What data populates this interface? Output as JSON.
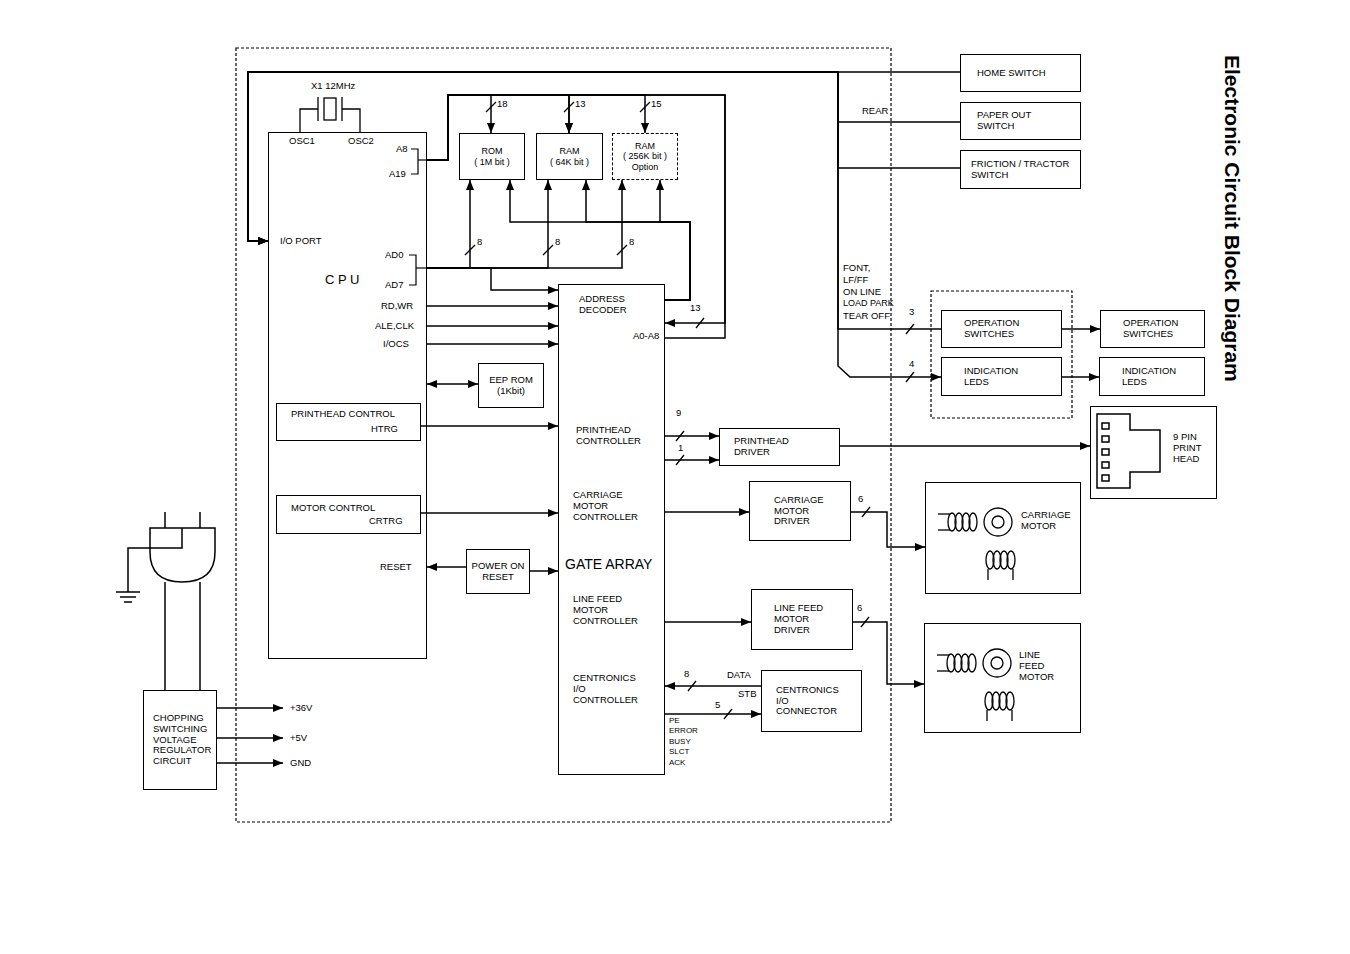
{
  "diagram": {
    "title": "Electronic Circuit Block Diagram",
    "nodes": [
      {
        "text": [
          "C P U"
        ]
      },
      {
        "text": [
          "PRINTHEAD CONTROL",
          "HTRG"
        ],
        "in": 0
      },
      {
        "text": [
          "MOTOR CONTROL",
          "CRTRG"
        ],
        "in": 0
      },
      {
        "text": [
          "ROM",
          "( 1M bit )"
        ]
      },
      {
        "text": [
          "RAM",
          "( 64K bit )"
        ]
      },
      {
        "text": [
          "RAM",
          "( 256K bit )",
          "Option"
        ]
      },
      {
        "text": [
          "EEP ROM",
          "(1Kbit)"
        ]
      },
      {
        "text": [
          "POWER ON RESET"
        ]
      },
      {
        "text": [
          "ADDRESS DECODER",
          "PRINTHEAD CONTROLLER",
          "CARRIAGE MOTOR CONTROLLER",
          "GATE ARRAY",
          "LINE FEED MOTOR CONTROLLER",
          "CENTRONICS I/O CONTROLLER"
        ]
      },
      {
        "text": [
          "PRINTHEAD DRIVER"
        ]
      },
      {
        "text": [
          "CARRIAGE MOTOR DRIVER"
        ]
      },
      {
        "text": [
          "LINE FEED MOTOR DRIVER"
        ]
      },
      {
        "text": [
          "CENTRONICS I/O CONNECTOR"
        ]
      },
      {
        "text": [
          "HOME SWITCH"
        ]
      },
      {
        "text": [
          "PAPER OUT SWITCH"
        ]
      },
      {
        "text": [
          "FRICTION / TRACTOR SWITCH"
        ]
      },
      {
        "text": [
          "OPERATION SWITCHES"
        ]
      },
      {
        "text": [
          "INDICATION LEDS"
        ]
      },
      {
        "text": [
          "OPERATION SWITCHES"
        ]
      },
      {
        "text": [
          "INDICATION LEDS"
        ]
      },
      {
        "text": [
          "9 PIN PRINT HEAD"
        ]
      },
      {
        "text": [
          "CARRIAGE MOTOR"
        ]
      },
      {
        "text": [
          "LINE FEED MOTOR"
        ]
      },
      {
        "text": [
          "CHOPPING SWITCHING VOLTAGE REGULATOR CIRCUIT"
        ]
      }
    ],
    "edges": [
      {
        "from": 0,
        "to": 3,
        "label": "18",
        "arrow": "to"
      },
      {
        "from": 0,
        "to": 4,
        "label": "13",
        "arrow": "to"
      },
      {
        "from": 0,
        "to": 5,
        "label": "15",
        "arrow": "to"
      },
      {
        "from": 0,
        "to": 3,
        "label": "8",
        "arrow": "to"
      },
      {
        "from": 0,
        "to": 4,
        "label": "8",
        "arrow": "to"
      },
      {
        "from": 0,
        "to": 5,
        "label": "8",
        "arrow": "to"
      },
      {
        "from": 0,
        "to": 8,
        "arrow": "to"
      },
      {
        "from": 0,
        "to": 8,
        "arrow": "to"
      },
      {
        "from": 0,
        "to": 8,
        "arrow": "to"
      },
      {
        "from": 0,
        "to": 8,
        "arrow": "to"
      },
      {
        "from": 8,
        "to": 3,
        "arrow": "to"
      },
      {
        "from": 8,
        "to": 4,
        "arrow": "to"
      },
      {
        "from": 8,
        "to": 5,
        "arrow": "to"
      },
      {
        "from": 8,
        "to": 4,
        "arrow": "to"
      },
      {
        "from": 0,
        "to": 8,
        "label": "13",
        "arrow": "to"
      },
      {
        "from": 6,
        "to": 0,
        "arrow": "both"
      },
      {
        "from": 1,
        "to": 8,
        "arrow": "to"
      },
      {
        "from": 2,
        "to": 8,
        "arrow": "to"
      },
      {
        "from": 7,
        "to": 0,
        "arrow": "to"
      },
      {
        "from": 7,
        "to": 8,
        "arrow": "to"
      },
      {
        "from": 8,
        "to": 9,
        "label": "9",
        "arrow": "to"
      },
      {
        "from": 8,
        "to": 9,
        "label": "1",
        "arrow": "to"
      },
      {
        "from": 9,
        "to": 20,
        "arrow": "to"
      },
      {
        "from": 8,
        "to": 10,
        "arrow": "to"
      },
      {
        "from": 10,
        "to": 21,
        "label": "6",
        "arrow": "to"
      },
      {
        "from": 8,
        "to": 11,
        "arrow": "to"
      },
      {
        "from": 11,
        "to": 22,
        "label": "6",
        "arrow": "to"
      },
      {
        "from": 12,
        "to": 8,
        "label": "8",
        "arrow": "to"
      },
      {
        "from": 8,
        "to": 12,
        "label": "5",
        "arrow": "to"
      },
      {
        "from": 13,
        "to": 0,
        "arrow": "to"
      },
      {
        "from": 14,
        "to": 0,
        "label": "REAR",
        "arrow": "to"
      },
      {
        "from": 15,
        "to": 0,
        "arrow": "to"
      },
      {
        "from": 16,
        "to": 0,
        "label": "3",
        "arrow": "to"
      },
      {
        "from": 0,
        "to": 17,
        "label": "4",
        "arrow": "to"
      },
      {
        "from": 16,
        "to": 18,
        "arrow": "to"
      },
      {
        "from": 17,
        "to": 19,
        "arrow": "to"
      }
    ],
    "labels": [
      "X1 12MHz",
      "OSC1",
      "OSC2",
      "A8",
      "A19",
      "I/O PORT",
      "AD0",
      "AD7",
      "RD,WR",
      "ALE,CLK",
      "I/OCS",
      "RESET",
      "A0-A8",
      "DATA",
      "STB",
      "PE",
      "ERROR",
      "BUSY",
      "SLCT",
      "ACK",
      "FONT,",
      "LF/FF",
      "ON LINE",
      "LOAD PARK",
      "TEAR OFF",
      "+36V",
      "+5V",
      "GND"
    ]
  }
}
